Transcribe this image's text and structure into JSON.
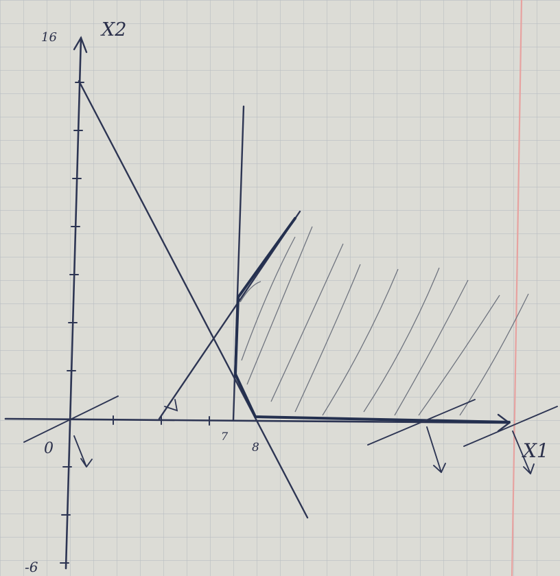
{
  "labels": {
    "x2_axis": "X2",
    "x1_axis": "X1",
    "origin": "0",
    "y_top": "16",
    "y_bottom": "-6",
    "x_tick_7": "7",
    "x_tick_8": "8"
  },
  "colors": {
    "paper": "#dcdcd6",
    "grid": "#b9bdc3",
    "ink": "#2d3553",
    "hatch": "#6f747f",
    "margin": "#e7a2a0"
  }
}
